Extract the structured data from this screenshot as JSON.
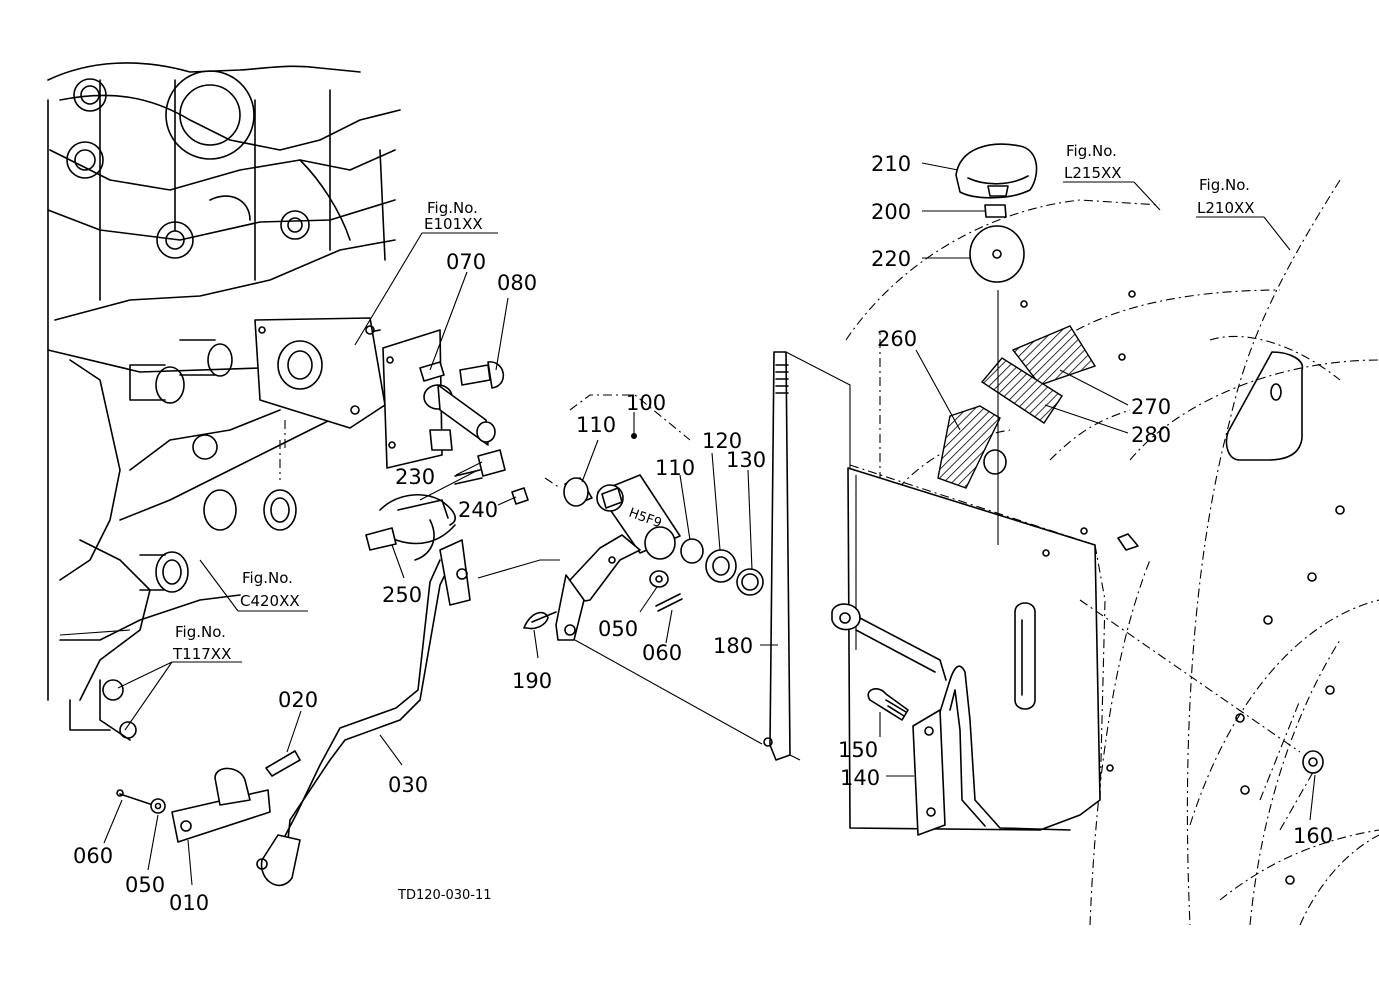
{
  "diagram_code": "TD120-030-11",
  "figure_refs": [
    {
      "label": "Fig.No.",
      "number": "E101XX"
    },
    {
      "label": "Fig.No.",
      "number": "C420XX"
    },
    {
      "label": "Fig.No.",
      "number": "T117XX"
    },
    {
      "label": "Fig.No.",
      "number": "L215XX"
    },
    {
      "label": "Fig.No.",
      "number": "L210XX"
    }
  ],
  "parts": [
    "010",
    "020",
    "030",
    "050",
    "050",
    "060",
    "060",
    "070",
    "080",
    "100",
    "110",
    "110",
    "120",
    "130",
    "140",
    "150",
    "160",
    "180",
    "190",
    "200",
    "210",
    "220",
    "230",
    "240",
    "250",
    "260",
    "270",
    "280"
  ]
}
